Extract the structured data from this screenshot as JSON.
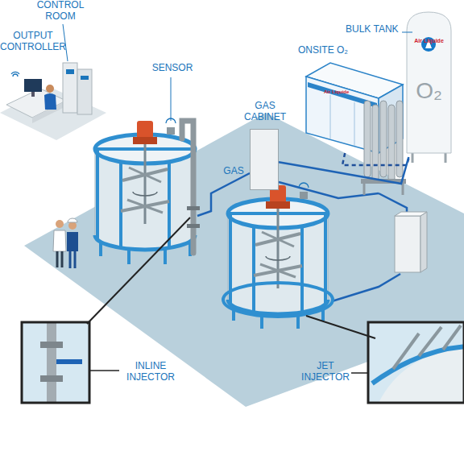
{
  "diagram": {
    "nodes": [
      {
        "text": [
          "BULK TANK",
          "Air Liquide",
          "O₂"
        ]
      },
      {
        "text": [
          "ONSITE O₂",
          "Air Liquide"
        ]
      },
      {
        "text": [
          "GAS CABINET"
        ]
      }
    ],
    "edges": [
      {
        "from": 1,
        "to": 0,
        "arrow": "none"
      },
      {
        "from": 0,
        "to": 2,
        "arrow": "none"
      }
    ],
    "labels": [
      "CONTROL ROOM",
      "OUTPUT CONTROLLER",
      "SENSOR",
      "GAS",
      "INLINE INJECTOR",
      "JET INJECTOR"
    ]
  }
}
